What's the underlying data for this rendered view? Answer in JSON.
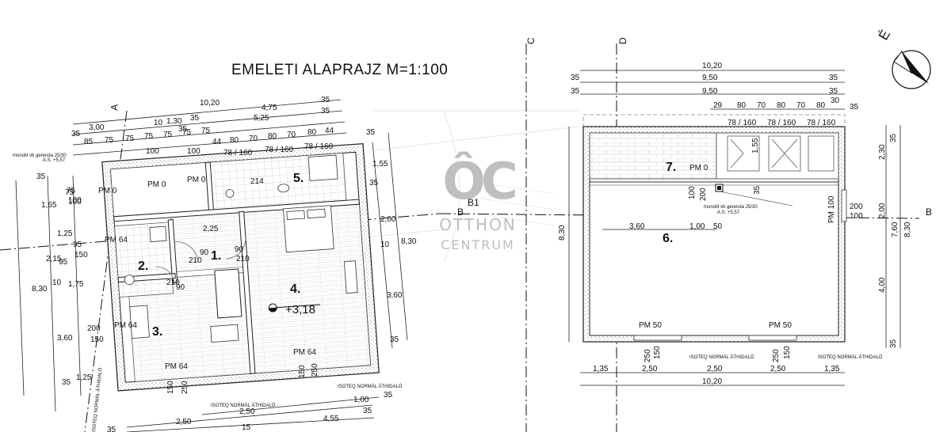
{
  "title": "EMELETI ALAPRAJZ M=1:100",
  "watermark": {
    "logo": "ÔC",
    "line1": "OTTHON",
    "line2": "CENTRUM"
  },
  "compass": "É",
  "axes": [
    "A",
    "B",
    "B1",
    "C",
    "D",
    "B"
  ],
  "left_plan": {
    "top_dims": [
      "10,20",
      "4,75",
      "35",
      "35",
      "5,25",
      "35",
      "3,00",
      "10",
      "1,30",
      "35",
      "35",
      "85",
      "75",
      "75",
      "75",
      "75",
      "75",
      "75",
      "44",
      "80",
      "70",
      "80",
      "70",
      "80",
      "44"
    ],
    "window_labels": [
      "78 / 160",
      "78 / 160",
      "78 / 160"
    ],
    "left_dims": [
      "35",
      "1,65",
      "1,25",
      "2,15",
      "1,75",
      "3,60",
      "8,30",
      "1,25",
      "35",
      "10",
      "95",
      "95",
      "150",
      "75",
      "100"
    ],
    "right_dims": [
      "35",
      "1,55",
      "2,00",
      "8,30",
      "3,60",
      "10",
      "35",
      "35"
    ],
    "bottom_dims": [
      "2,50",
      "2,50",
      "1,00",
      "35",
      "4,55",
      "35",
      "15",
      "35"
    ],
    "rooms": [
      "1.",
      "2.",
      "3.",
      "4.",
      "5."
    ],
    "inner": [
      "PM 0",
      "PM 0",
      "PM 0",
      "PM 64",
      "PM 64",
      "PM 64",
      "PM 64",
      "2,25",
      "90",
      "210",
      "90",
      "210",
      "210",
      "90",
      "200",
      "150",
      "100",
      "75",
      "100",
      "214",
      "100"
    ],
    "level": "+3,18",
    "beam": "monolit vb gerenda 25/30",
    "beam_level": "A.S. +5,57",
    "lintels": [
      "ISOTEQ NORMÁL ÁTHIDALÓ",
      "ISOTEQ NORMÁL ÁTHIDALÓ",
      "ISOTEQ NORMÁL ÁTHIDALÓ"
    ],
    "lintel_sizes": [
      "150",
      "250",
      "150",
      "250"
    ]
  },
  "right_plan": {
    "top_dims": [
      "10,20",
      "9,50",
      "35",
      "35",
      "9,50",
      "35",
      "35",
      "29",
      "80",
      "70",
      "80",
      "70",
      "80",
      "30",
      "35"
    ],
    "window_labels": [
      "78 / 160",
      "78 / 160",
      "78 / 160"
    ],
    "right_dims": [
      "35",
      "2,30",
      "2,00",
      "7,60",
      "8,30",
      "4,00",
      "35"
    ],
    "left_dim": "8,30",
    "inner_dims": [
      "1,55",
      "35",
      "3,60",
      "1,00",
      "50",
      "100",
      "200",
      "200",
      "100"
    ],
    "rooms": [
      "7.",
      "6."
    ],
    "pm": [
      "PM 0",
      "PM 100",
      "PM 50",
      "PM 50"
    ],
    "beam": "monolit vb gerenda 25/30",
    "beam_level": "A.S. +5,57",
    "lintels": [
      "ISOTEQ NORMÁL ÁTHIDALÓ",
      "ISOTEQ NORMÁL ÁTHIDALÓ"
    ],
    "lintel_sizes": [
      "250",
      "150",
      "250",
      "150"
    ],
    "bottom_dims": [
      "1,35",
      "2,50",
      "2,50",
      "2,50",
      "1,35",
      "10,20"
    ]
  }
}
